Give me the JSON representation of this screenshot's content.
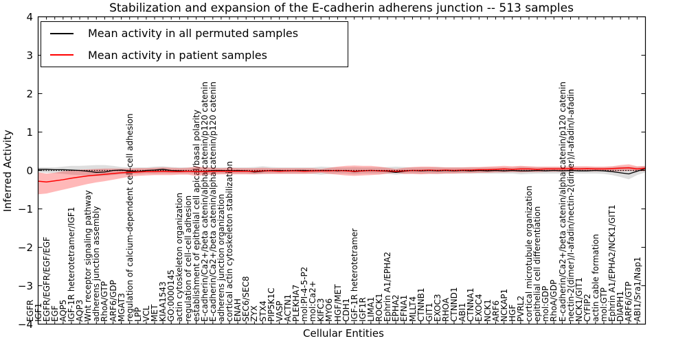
{
  "chart_data": {
    "type": "line",
    "title": "Stabilization and expansion of the E-cadherin adherens junction -- 513 samples",
    "xlabel": "Cellular Entities",
    "ylabel": "Inferred Activity",
    "ylim": [
      -4,
      4
    ],
    "grid": false,
    "legend_position": "upper left",
    "zero_line": {
      "style": "dotted",
      "color": "#000000",
      "y": 0
    },
    "yticks": [
      {
        "value": 4,
        "label": "4"
      },
      {
        "value": 3,
        "label": "3"
      },
      {
        "value": 2,
        "label": "2"
      },
      {
        "value": 1,
        "label": "1"
      },
      {
        "value": 0,
        "label": "0"
      },
      {
        "value": -1,
        "label": "−1"
      },
      {
        "value": -2,
        "label": "−2"
      },
      {
        "value": -3,
        "label": "−3"
      },
      {
        "value": -4,
        "label": "−4"
      }
    ],
    "categories": [
      "EGFR",
      "IGF1",
      "EGFR/EGFR/EGF/EGF",
      "EGF",
      "AQP5",
      "IGF-1R heterotetramer/IGF1",
      "AQP3",
      "Wnt receptor signaling pathway",
      "adherens junction assembly",
      "RhoA/GTP",
      "ARF6/GDP",
      "MGAT3",
      "regulation of calcium-dependent cell-cell adhesion",
      "LPP",
      "VCL",
      "MET",
      "KIAA1543",
      "GO:0000145",
      "actin cytoskeleton organization",
      "regulation of cell-cell adhesion",
      "establishment of epithelial cell apical/basal polarity",
      "E-cadherin/Ca2+/beta catenin/alpha catenin/p120 catenin",
      "E-cadherin/Ca2+/beta catenin/alpha catenin/p120 catenin",
      "adherens junction organization",
      "cortical actin cytoskeleton stabilization",
      "ENAH",
      "SEC6/SEC8",
      "ZYX",
      "STX4",
      "PIP5K1C",
      "VASP",
      "ACTN1",
      "PLEKHA7",
      "mol:PI-4-5-P2",
      "mol:Ca2+",
      "KIFC3",
      "MYO6",
      "HGF/MET",
      "CDH1",
      "IGF-1R heterotetramer",
      "IGF1R",
      "LIMA1",
      "ROCK1",
      "Ephrin A1/EPHA2",
      "EPHA2",
      "EFNA1",
      "MLLT4",
      "CTNNB1",
      "GIT1",
      "EXOC3",
      "RHOA",
      "CTNND1",
      "ABI1",
      "CTNNA1",
      "EXOC4",
      "NCK1",
      "ARF6",
      "NCKAP1",
      "HGF",
      "PVRL2",
      "cortical microtubule organization",
      "epithelial cell differentiation",
      "mol:GDP",
      "RhoA/GDP",
      "E-cadherin/Ca2+/beta catenin/alpha catenin/p120 catenin",
      "nectin-2(dimer)/I-afadin/nectin-2(dimer)/I-afadin/I-afadin",
      "NCK1/GIT1",
      "CYFIP2",
      "actin cable formation",
      "mol:GTP",
      "Ephrin A1/EPHA2/NCK1/GIT1",
      "DIAPH1",
      "ARF6/GTP",
      "ABI1/Sra1/Nap1"
    ],
    "series": [
      {
        "name": "Mean activity in all permuted samples",
        "color": "#000000",
        "band_color": "rgba(0,0,0,0.13)",
        "mean": [
          0.03,
          0.03,
          0.02,
          0.02,
          0.01,
          0.0,
          -0.02,
          -0.05,
          -0.04,
          0.0,
          0.01,
          -0.01,
          -0.03,
          0.0,
          0.01,
          0.03,
          0.0,
          -0.01,
          -0.02,
          -0.03,
          -0.02,
          0.0,
          0.0,
          -0.01,
          0.0,
          -0.01,
          -0.04,
          -0.02,
          0.0,
          0.0,
          -0.01,
          0.0,
          0.0,
          -0.01,
          0.0,
          0.0,
          -0.01,
          0.0,
          -0.03,
          -0.01,
          0.0,
          -0.01,
          -0.02,
          -0.05,
          -0.02,
          0.0,
          -0.01,
          0.0,
          -0.01,
          0.0,
          -0.01,
          0.0,
          -0.01,
          0.0,
          -0.01,
          0.0,
          -0.01,
          0.0,
          -0.01,
          -0.01,
          0.0,
          -0.01,
          0.0,
          -0.01,
          0.0,
          -0.01,
          -0.01,
          0.0,
          -0.01,
          -0.03,
          -0.06,
          -0.09,
          -0.02,
          0.05
        ],
        "band_hi": [
          0.08,
          0.08,
          0.08,
          0.1,
          0.12,
          0.12,
          0.13,
          0.14,
          0.14,
          0.12,
          0.09,
          0.08,
          0.08,
          0.08,
          0.1,
          0.11,
          0.09,
          0.08,
          0.08,
          0.08,
          0.09,
          0.08,
          0.08,
          0.08,
          0.08,
          0.08,
          0.09,
          0.11,
          0.09,
          0.08,
          0.08,
          0.08,
          0.08,
          0.08,
          0.1,
          0.09,
          0.08,
          0.08,
          0.09,
          0.08,
          0.08,
          0.08,
          0.09,
          0.1,
          0.09,
          0.08,
          0.08,
          0.08,
          0.09,
          0.08,
          0.08,
          0.08,
          0.08,
          0.08,
          0.08,
          0.08,
          0.08,
          0.08,
          0.1,
          0.09,
          0.08,
          0.08,
          0.08,
          0.08,
          0.08,
          0.08,
          0.08,
          0.08,
          0.08,
          0.09,
          0.1,
          0.1,
          0.09,
          0.11
        ],
        "band_lo": [
          -0.05,
          -0.06,
          -0.07,
          -0.09,
          -0.11,
          -0.12,
          -0.13,
          -0.15,
          -0.14,
          -0.12,
          -0.1,
          -0.09,
          -0.1,
          -0.08,
          -0.09,
          -0.08,
          -0.08,
          -0.08,
          -0.08,
          -0.09,
          -0.09,
          -0.08,
          -0.08,
          -0.08,
          -0.08,
          -0.08,
          -0.1,
          -0.09,
          -0.08,
          -0.08,
          -0.08,
          -0.08,
          -0.08,
          -0.09,
          -0.11,
          -0.09,
          -0.08,
          -0.08,
          -0.1,
          -0.08,
          -0.08,
          -0.08,
          -0.09,
          -0.11,
          -0.09,
          -0.08,
          -0.08,
          -0.08,
          -0.09,
          -0.08,
          -0.08,
          -0.08,
          -0.08,
          -0.08,
          -0.08,
          -0.08,
          -0.08,
          -0.08,
          -0.1,
          -0.09,
          -0.08,
          -0.08,
          -0.08,
          -0.08,
          -0.08,
          -0.08,
          -0.08,
          -0.08,
          -0.09,
          -0.12,
          -0.17,
          -0.23,
          -0.12,
          -0.05
        ]
      },
      {
        "name": "Mean activity in patient samples",
        "color": "#ff0000",
        "band_color": "rgba(255,0,0,0.28)",
        "mean": [
          -0.28,
          -0.3,
          -0.27,
          -0.24,
          -0.2,
          -0.17,
          -0.14,
          -0.12,
          -0.1,
          -0.08,
          -0.06,
          -0.05,
          -0.04,
          -0.03,
          -0.03,
          -0.02,
          -0.03,
          -0.03,
          -0.02,
          -0.03,
          -0.03,
          -0.02,
          -0.02,
          -0.02,
          -0.02,
          -0.02,
          -0.02,
          -0.01,
          -0.01,
          -0.02,
          -0.01,
          -0.01,
          -0.02,
          -0.01,
          -0.01,
          -0.01,
          0.0,
          -0.01,
          -0.02,
          -0.01,
          0.0,
          -0.01,
          -0.01,
          -0.02,
          -0.01,
          0.0,
          0.0,
          0.01,
          0.0,
          0.01,
          0.0,
          0.01,
          0.01,
          0.02,
          0.02,
          0.03,
          0.04,
          0.03,
          0.04,
          0.04,
          0.03,
          0.04,
          0.04,
          0.04,
          0.05,
          0.04,
          0.05,
          0.04,
          0.04,
          0.05,
          0.06,
          0.07,
          0.04,
          0.06
        ],
        "band_hi": [
          -0.05,
          -0.08,
          -0.06,
          -0.02,
          0.0,
          0.02,
          0.03,
          0.04,
          0.05,
          0.05,
          0.05,
          0.05,
          0.06,
          0.06,
          0.07,
          0.08,
          0.07,
          0.06,
          0.07,
          0.1,
          0.08,
          0.07,
          0.06,
          0.07,
          0.06,
          0.06,
          0.06,
          0.07,
          0.06,
          0.06,
          0.06,
          0.06,
          0.06,
          0.06,
          0.04,
          0.07,
          0.1,
          0.12,
          0.13,
          0.12,
          0.12,
          0.1,
          0.07,
          0.04,
          0.07,
          0.09,
          0.1,
          0.1,
          0.09,
          0.08,
          0.08,
          0.08,
          0.09,
          0.09,
          0.1,
          0.11,
          0.12,
          0.11,
          0.12,
          0.11,
          0.1,
          0.1,
          0.1,
          0.1,
          0.11,
          0.11,
          0.11,
          0.1,
          0.1,
          0.11,
          0.14,
          0.16,
          0.11,
          0.12
        ],
        "band_lo": [
          -0.62,
          -0.6,
          -0.55,
          -0.5,
          -0.45,
          -0.4,
          -0.35,
          -0.31,
          -0.28,
          -0.24,
          -0.2,
          -0.16,
          -0.14,
          -0.13,
          -0.12,
          -0.12,
          -0.12,
          -0.11,
          -0.11,
          -0.14,
          -0.12,
          -0.11,
          -0.1,
          -0.1,
          -0.1,
          -0.1,
          -0.1,
          -0.09,
          -0.09,
          -0.09,
          -0.09,
          -0.09,
          -0.09,
          -0.08,
          -0.06,
          -0.09,
          -0.11,
          -0.13,
          -0.14,
          -0.13,
          -0.12,
          -0.11,
          -0.08,
          -0.06,
          -0.09,
          -0.09,
          -0.1,
          -0.09,
          -0.09,
          -0.08,
          -0.08,
          -0.07,
          -0.07,
          -0.06,
          -0.06,
          -0.05,
          -0.05,
          -0.04,
          -0.05,
          -0.04,
          -0.04,
          -0.03,
          -0.03,
          -0.03,
          -0.02,
          -0.02,
          -0.02,
          -0.02,
          -0.02,
          -0.02,
          -0.02,
          -0.01,
          -0.02,
          -0.01
        ]
      }
    ]
  }
}
